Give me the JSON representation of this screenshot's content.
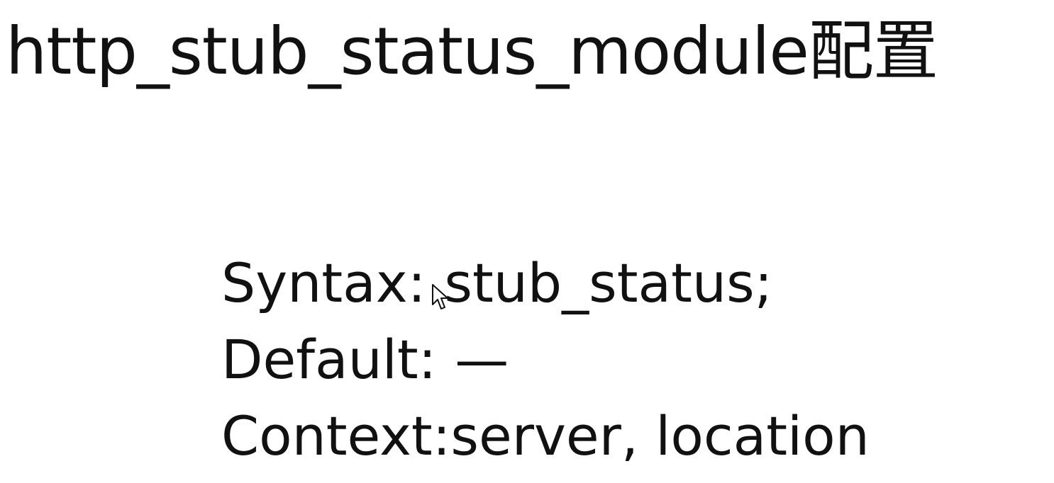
{
  "slide": {
    "title": "http_stub_status_module配置",
    "directives": [
      {
        "label": "Syntax:",
        "value": "stub_status;"
      },
      {
        "label": "Default:",
        "value": "—"
      },
      {
        "label": "Context:",
        "value": "server, location"
      }
    ]
  },
  "icons": {
    "cursor": "mouse-pointer-icon"
  },
  "colors": {
    "background": "#ffffff",
    "text": "#111111"
  }
}
